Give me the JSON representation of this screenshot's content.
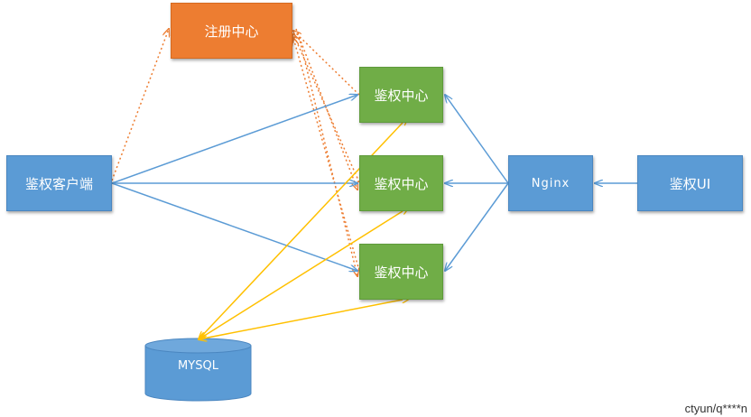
{
  "nodes": {
    "registry": "注册中心",
    "client": "鉴权客户端",
    "auth_center_1": "鉴权中心",
    "auth_center_2": "鉴权中心",
    "auth_center_3": "鉴权中心",
    "nginx": "Nginx",
    "auth_ui": "鉴权UI",
    "mysql": "MYSQL"
  },
  "watermark": "ctyun/q****n",
  "colors": {
    "blue_node": "#5b9bd5",
    "green_node": "#70ad47",
    "orange_node": "#ed7d31",
    "blue_edge": "#5b9bd5",
    "orange_edge": "#ed7d31",
    "yellow_edge": "#ffc000"
  }
}
